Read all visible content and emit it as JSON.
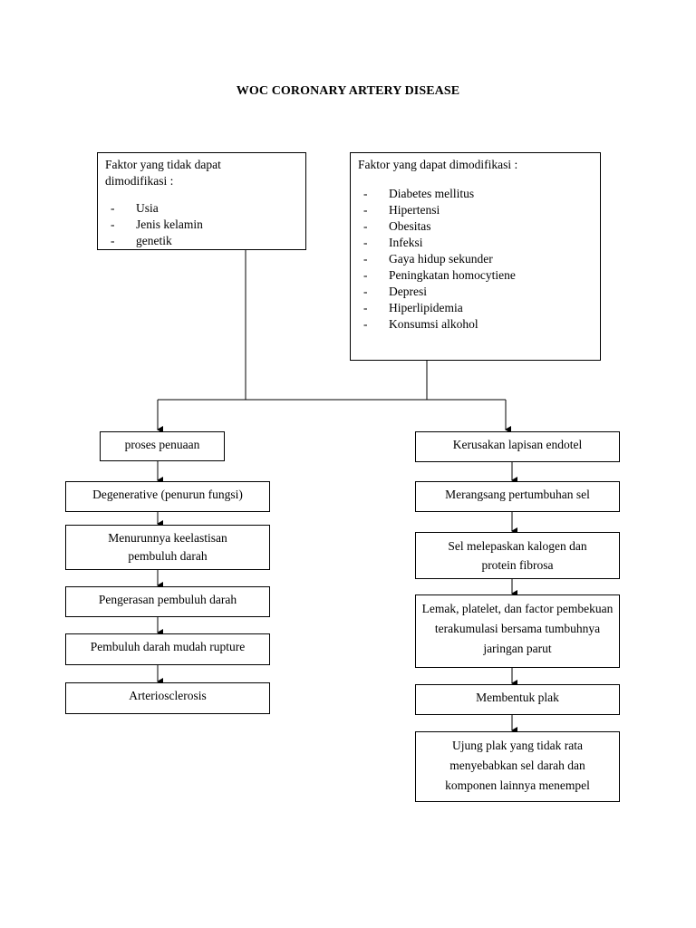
{
  "title": "WOC CORONARY ARTERY DISEASE",
  "non_modifiable": {
    "heading": "Faktor yang tidak dapat dimodifikasi :",
    "items": [
      "Usia",
      "Jenis kelamin",
      "genetik"
    ]
  },
  "modifiable": {
    "heading": "Faktor yang dapat dimodifikasi :",
    "items": [
      "Diabetes mellitus",
      "Hipertensi",
      "Obesitas",
      "Infeksi",
      "Gaya hidup sekunder",
      "Peningkatan homocytiene",
      "Depresi",
      "Hiperlipidemia",
      "Konsumsi alkohol"
    ]
  },
  "left_chain": [
    "proses penuaan",
    "Degenerative (penurun fungsi)",
    "Menurunnya keelastisan pembuluh darah",
    "Pengerasan pembuluh darah",
    "Pembuluh darah mudah rupture",
    "Arteriosclerosis"
  ],
  "right_chain": [
    "Kerusakan lapisan endotel",
    "Merangsang pertumbuhan sel",
    "Sel melepaskan kalogen dan protein fibrosa",
    "Lemak, platelet, dan factor pembekuan terakumulasi bersama tumbuhnya jaringan parut",
    "Membentuk plak",
    "Ujung plak yang tidak rata menyebabkan sel darah dan komponen lainnya menempel"
  ]
}
